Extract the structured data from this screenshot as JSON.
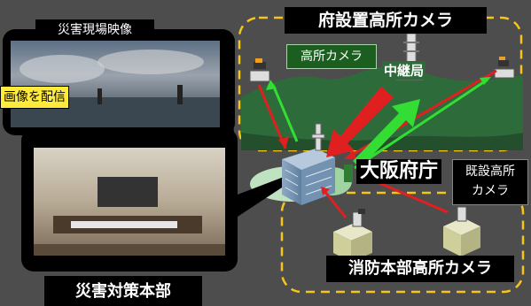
{
  "colors": {
    "background": "#4d4d4d",
    "dashed_border": "#f5c518",
    "hill": "#2e6b3a",
    "arrow_red": "#e02020",
    "arrow_green": "#33dd33",
    "panel_border": "#000000",
    "label_bg": "#000000"
  },
  "labels": {
    "disaster_video": "災害現場映像",
    "distribute_image": "画像を配信",
    "prefecture_camera": "府設置高所カメラ",
    "high_camera": "高所カメラ",
    "relay_station": "中継局",
    "osaka_gov": "大阪府庁",
    "existing_camera_line1": "既設高所",
    "existing_camera_line2": "カメラ",
    "fire_camera": "消防本部高所カメラ",
    "hq": "災害対策本部"
  },
  "icons": [
    "camera-icon",
    "relay-tower-icon",
    "government-building-icon",
    "fire-station-building-icon",
    "meeting-room-image",
    "disaster-video-image"
  ]
}
